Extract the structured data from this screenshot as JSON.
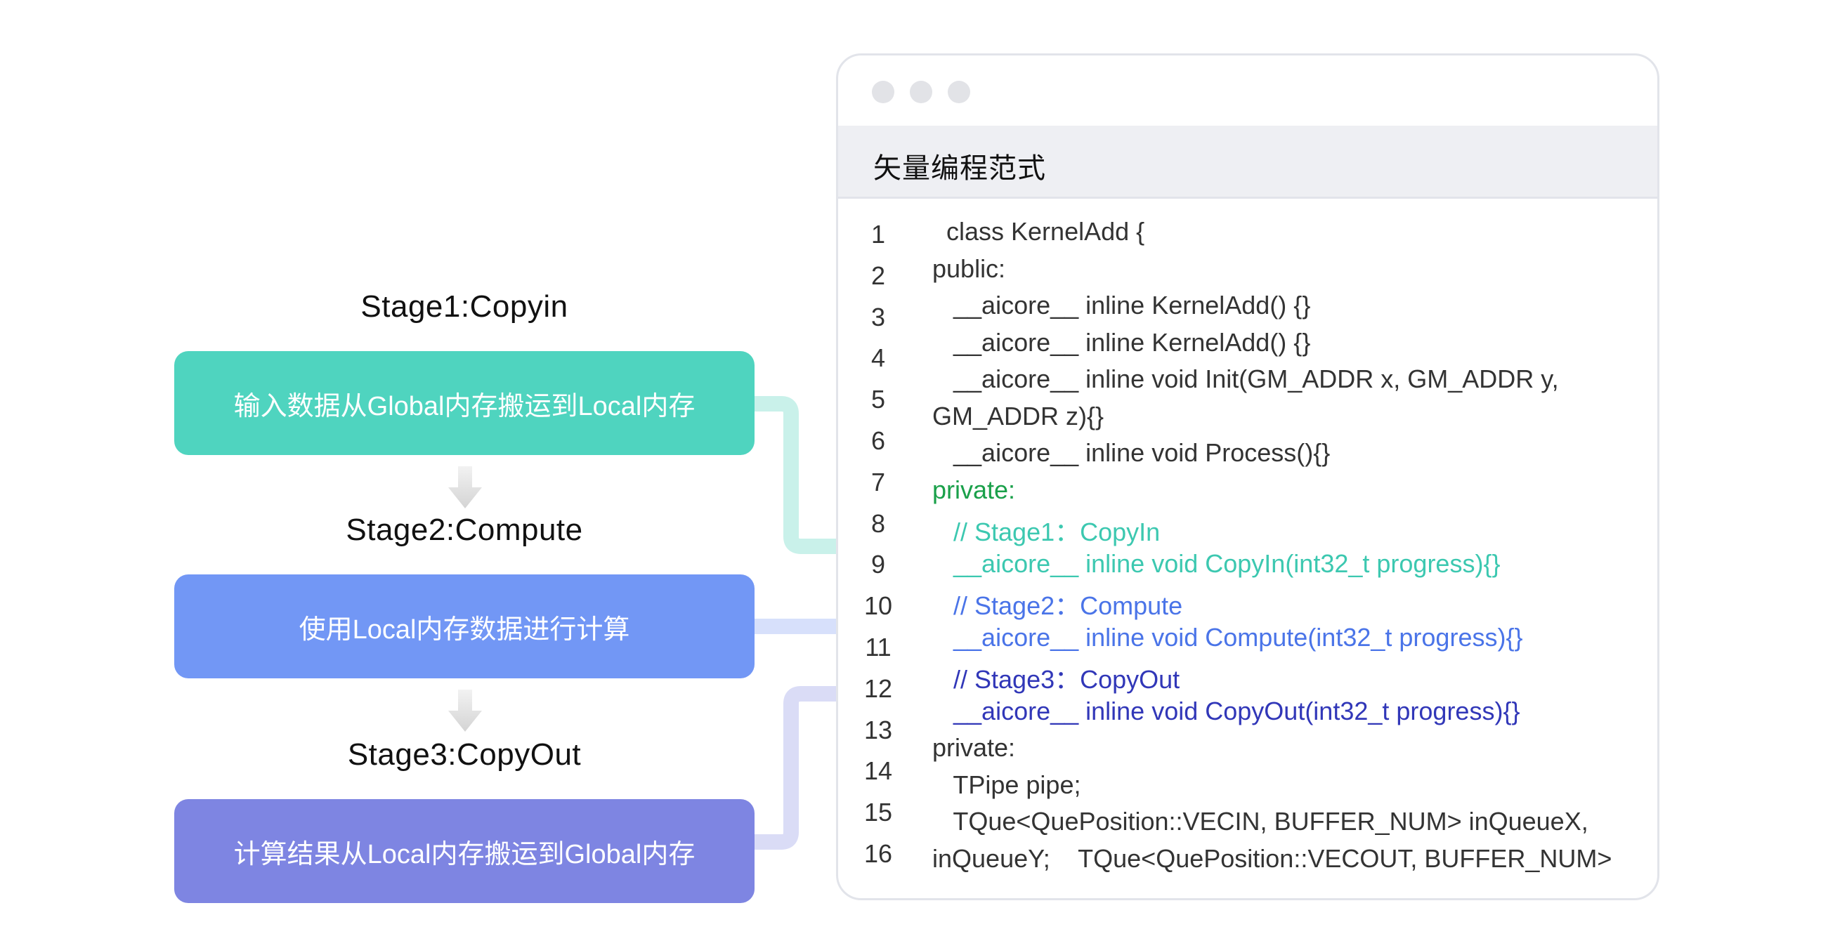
{
  "stages": [
    {
      "title": "Stage1:Copyin",
      "description": "输入数据从Global内存搬运到Local内存",
      "color": "#4fd4bf"
    },
    {
      "title": "Stage2:Compute",
      "description": "使用Local内存数据进行计算",
      "color": "#7297f5"
    },
    {
      "title": "Stage3:CopyOut",
      "description": "计算结果从Local内存搬运到Global内存",
      "color": "#7e85e2"
    }
  ],
  "code_window": {
    "title": "矢量编程范式",
    "line_numbers": [
      "1",
      "2",
      "3",
      "4",
      "5",
      "6",
      "7",
      "8",
      "9",
      "10",
      "11",
      "12",
      "13",
      "14",
      "15",
      "16"
    ],
    "lines": [
      {
        "text": "  class KernelAdd {",
        "color": "#333333"
      },
      {
        "text": "public:",
        "color": "#333333"
      },
      {
        "text": "   __aicore__ inline KernelAdd() {}",
        "color": "#333333"
      },
      {
        "text": "   __aicore__ inline KernelAdd() {}",
        "color": "#333333"
      },
      {
        "text": "   __aicore__ inline void Init(GM_ADDR x, GM_ADDR y,",
        "color": "#333333"
      },
      {
        "text": "GM_ADDR z){}",
        "color": "#333333"
      },
      {
        "text": "   __aicore__ inline void Process(){}",
        "color": "#333333"
      },
      {
        "text": "private:",
        "color": "#1aa04a"
      },
      {
        "text": "   // Stage1：CopyIn",
        "color": "#3cc8b0"
      },
      {
        "text": "   __aicore__ inline void CopyIn(int32_t progress){}",
        "color": "#3cc8b0"
      },
      {
        "text": "   // Stage2：Compute",
        "color": "#4a74e8"
      },
      {
        "text": "   __aicore__ inline void Compute(int32_t progress){}",
        "color": "#4a74e8"
      },
      {
        "text": "   // Stage3：CopyOut",
        "color": "#3137b8"
      },
      {
        "text": "   __aicore__ inline void CopyOut(int32_t progress){}",
        "color": "#3137b8"
      },
      {
        "text": "private:",
        "color": "#333333"
      },
      {
        "text": "   TPipe pipe;",
        "color": "#333333"
      },
      {
        "text": "   TQue<QuePosition::VECIN, BUFFER_NUM> inQueueX,",
        "color": "#333333"
      },
      {
        "text": "inQueueY;    TQue<QuePosition::VECOUT, BUFFER_NUM>",
        "color": "#333333"
      }
    ]
  },
  "colors": {
    "connector_1": "#c9f1ea",
    "connector_2": "#d7e0fb",
    "connector_3": "#dadcf6",
    "arrow": "#dcdcdc"
  }
}
